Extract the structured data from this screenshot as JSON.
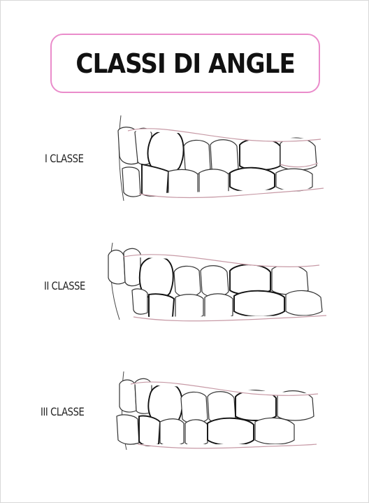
{
  "title": "CLASSI DI ANGLE",
  "rows": [
    {
      "label": "I CLASSE"
    },
    {
      "label": "II CLASSE"
    },
    {
      "label": "III CLASSE"
    }
  ],
  "colors": {
    "frame_border": "#ea8ccb",
    "tooth_outline": "#333333",
    "highlighted_tooth_outline": "#111111",
    "gum_line": "#c79aa6"
  }
}
